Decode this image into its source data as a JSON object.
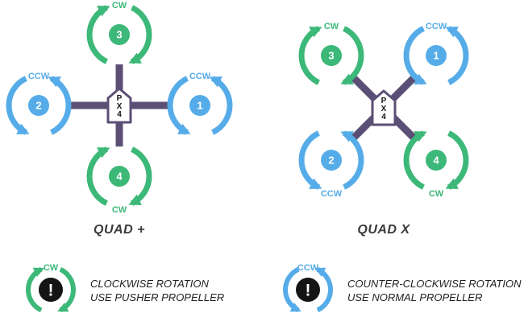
{
  "colors": {
    "cw_green": "#3CB878",
    "ccw_blue": "#55ACE8",
    "arm_purple": "#5B4F76",
    "legend_badge_black": "#141414"
  },
  "quad_plus": {
    "title": "QUAD +",
    "hub_letters": [
      "P",
      "X",
      "4"
    ],
    "motors": [
      {
        "num": "3",
        "dir": "CW",
        "position": "top"
      },
      {
        "num": "2",
        "dir": "CCW",
        "position": "left"
      },
      {
        "num": "1",
        "dir": "CCW",
        "position": "right"
      },
      {
        "num": "4",
        "dir": "CW",
        "position": "bottom"
      }
    ]
  },
  "quad_x": {
    "title": "QUAD X",
    "hub_letters": [
      "P",
      "X",
      "4"
    ],
    "motors": [
      {
        "num": "3",
        "dir": "CW",
        "position": "top-left"
      },
      {
        "num": "1",
        "dir": "CCW",
        "position": "top-right"
      },
      {
        "num": "2",
        "dir": "CCW",
        "position": "bottom-left"
      },
      {
        "num": "4",
        "dir": "CW",
        "position": "bottom-right"
      }
    ]
  },
  "legend": {
    "cw": {
      "label": "CW",
      "mark": "!",
      "line1": "CLOCKWISE ROTATION",
      "line2": "USE PUSHER PROPELLER"
    },
    "ccw": {
      "label": "CCW",
      "mark": "!",
      "line1": "COUNTER-CLOCKWISE ROTATION",
      "line2": "USE NORMAL PROPELLER"
    }
  }
}
